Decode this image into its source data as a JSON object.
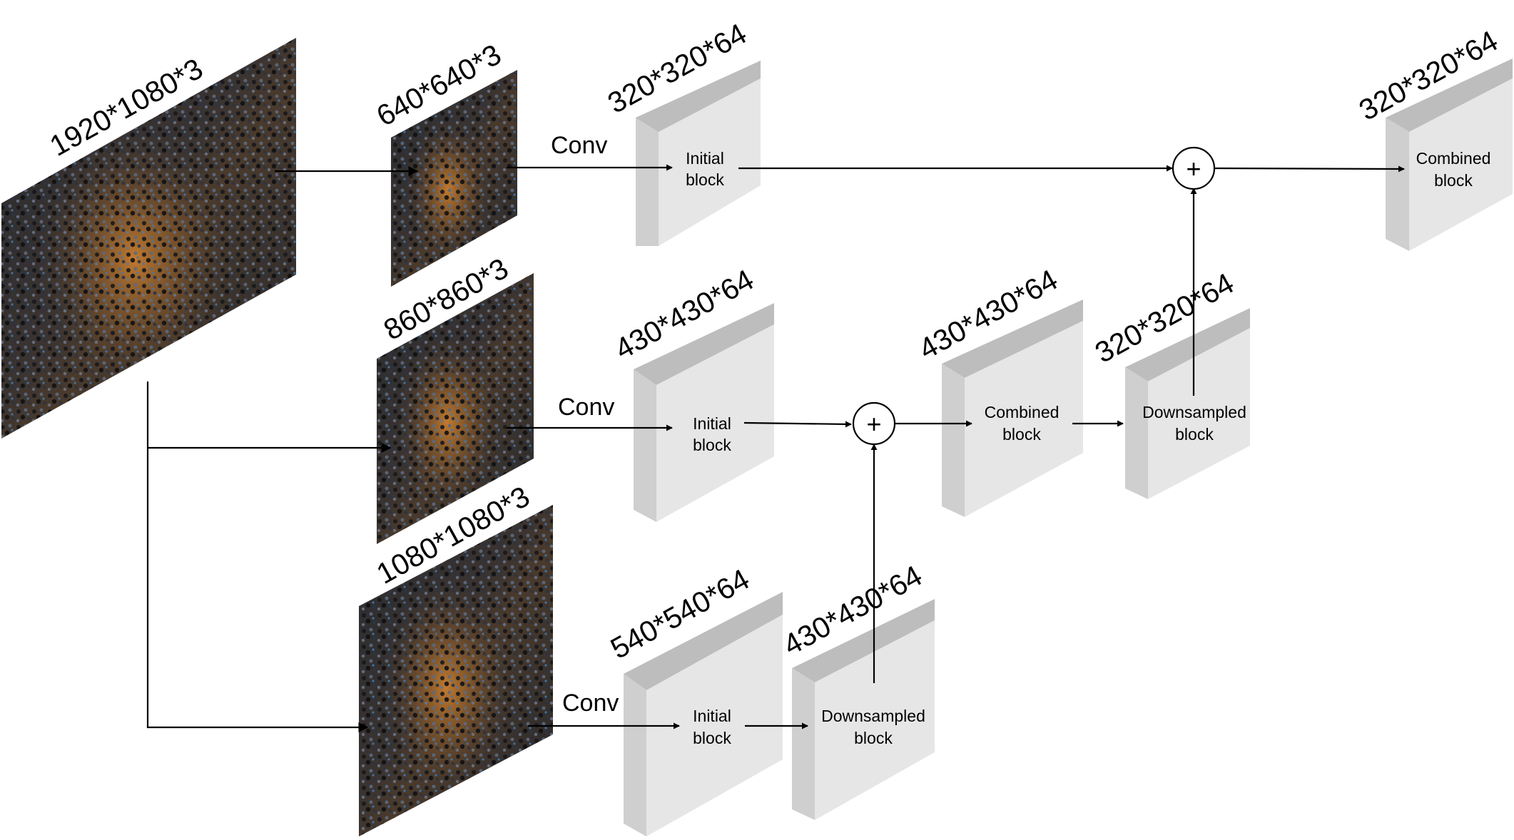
{
  "images": [
    {
      "id": "input",
      "label": "1920*1080*3"
    },
    {
      "id": "s640",
      "label": "640*640*3"
    },
    {
      "id": "s860",
      "label": "860*860*3"
    },
    {
      "id": "s1080",
      "label": "1080*1080*3"
    }
  ],
  "conv_label": "Conv",
  "blocks": {
    "b1_initial": {
      "dim": "320*320*64",
      "line1": "Initial",
      "line2": "block"
    },
    "b1_combined": {
      "dim": "320*320*64",
      "line1": "Combined",
      "line2": "block"
    },
    "b2_initial": {
      "dim": "430*430*64",
      "line1": "Initial",
      "line2": "block"
    },
    "b2_combined": {
      "dim": "430*430*64",
      "line1": "Combined",
      "line2": "block"
    },
    "b2_down": {
      "dim": "320*320*64",
      "line1": "Downsampled",
      "line2": "block"
    },
    "b3_initial": {
      "dim": "540*540*64",
      "line1": "Initial",
      "line2": "block"
    },
    "b3_down": {
      "dim": "430*430*64",
      "line1": "Downsampled",
      "line2": "block"
    }
  },
  "add_symbol": "+",
  "colors": {
    "block_front": "#e6e6e6",
    "block_top": "#bdbdbd",
    "block_side": "#d2d2d2",
    "line": "#000000"
  }
}
